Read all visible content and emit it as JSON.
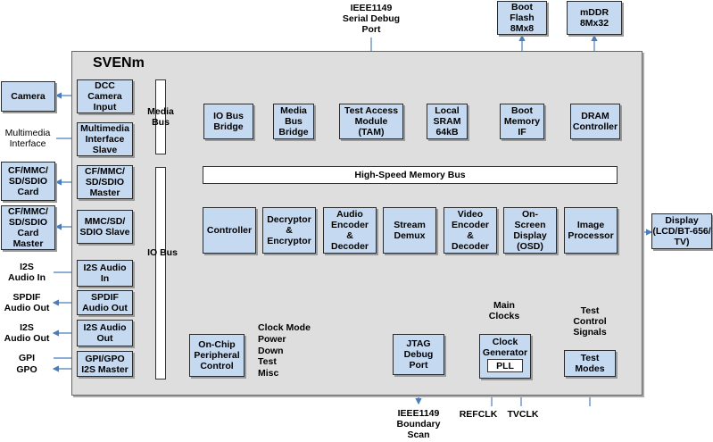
{
  "chip": {
    "title": "SVENm"
  },
  "buses": {
    "media_bus": "Media\nBus",
    "io_bus": "IO Bus",
    "hs_bus": "High-Speed Memory Bus"
  },
  "external": {
    "camera": "Camera",
    "cf_card": "CF/MMC/\nSD/SDIO\nCard",
    "cf_card_master": "CF/MMC/\nSD/SDIO\nCard\nMaster",
    "boot_flash": "Boot\nFlash\n8Mx8",
    "mddr": "mDDR\n8Mx32",
    "display": "Display\n(LCD/BT-656/\nTV)"
  },
  "blocks": {
    "dcc": "DCC\nCamera\nInput",
    "mm_slave": "Multimedia\nInterface\nSlave",
    "cf_master": "CF/MMC/\nSD/SDIO\nMaster",
    "mmc_slave": "MMC/SD/\nSDIO Slave",
    "i2s_in": "I2S Audio\nIn",
    "spdif_out": "SPDIF\nAudio Out",
    "i2s_out": "I2S Audio\nOut",
    "gpio": "GPI/GPO\nI2S Master",
    "io_bridge": "IO Bus\nBridge",
    "media_bridge": "Media\nBus\nBridge",
    "tam": "Test Access\nModule\n(TAM)",
    "sram": "Local\nSRAM\n64kB",
    "boot_if": "Boot\nMemory\nIF",
    "dram": "DRAM\nController",
    "controller": "Controller",
    "decryptor": "Decryptor\n&\nEncryptor",
    "audio_enc": "Audio\nEncoder\n&\nDecoder",
    "stream_demux": "Stream\nDemux",
    "video_enc": "Video\nEncoder\n&\nDecoder",
    "osd": "On-\nScreen\nDisplay\n(OSD)",
    "image_proc": "Image\nProcessor",
    "onchip": "On-Chip\nPeripheral\nControl",
    "jtag": "JTAG\nDebug\nPort",
    "clockgen": "Clock\nGenerator",
    "pll": "PLL",
    "test_modes": "Test\nModes"
  },
  "labels": {
    "ieee_serial": "IEEE1149\nSerial Debug\nPort",
    "mm_interface": "Multimedia\nInterface",
    "i2s_in": "I2S\nAudio In",
    "spdif_out": "SPDIF\nAudio Out",
    "i2s_out": "I2S\nAudio Out",
    "gpi": "GPI",
    "gpo": "GPO",
    "clock_mode": "Clock Mode",
    "power": "Power",
    "down": "Down",
    "test": "Test",
    "misc": "Misc",
    "main_clocks": "Main\nClocks",
    "test_control": "Test\nControl\nSignals",
    "ieee_boundary": "IEEE1149\nBoundary\nScan",
    "refclk": "REFCLK",
    "tvclk": "TVCLK"
  }
}
